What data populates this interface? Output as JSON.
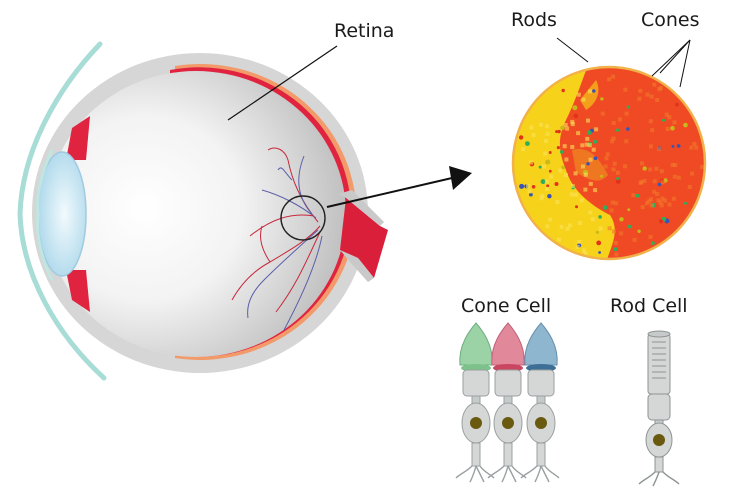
{
  "labels": {
    "retina": "Retina",
    "rods": "Rods",
    "cones": "Cones",
    "cone_cell": "Cone Cell",
    "rod_cell": "Rod Cell"
  },
  "colors": {
    "sclera_outer": "#d8d8d8",
    "choroid": "#f29a6a",
    "retina_layer": "#e0233f",
    "eyeball_inner": "#ececec",
    "cornea": "#9fd7d2",
    "lens": "#cfe9f4",
    "optic_nerve": "#d91f3a",
    "rod_region": "#f6d21a",
    "cone_region": "#ef4a24",
    "cone_green": "#9bd3a6",
    "cone_red": "#e2889b",
    "cone_blue": "#8fb6cf",
    "cell_body": "#d4d7d6",
    "nucleus": "#6a5a10"
  }
}
